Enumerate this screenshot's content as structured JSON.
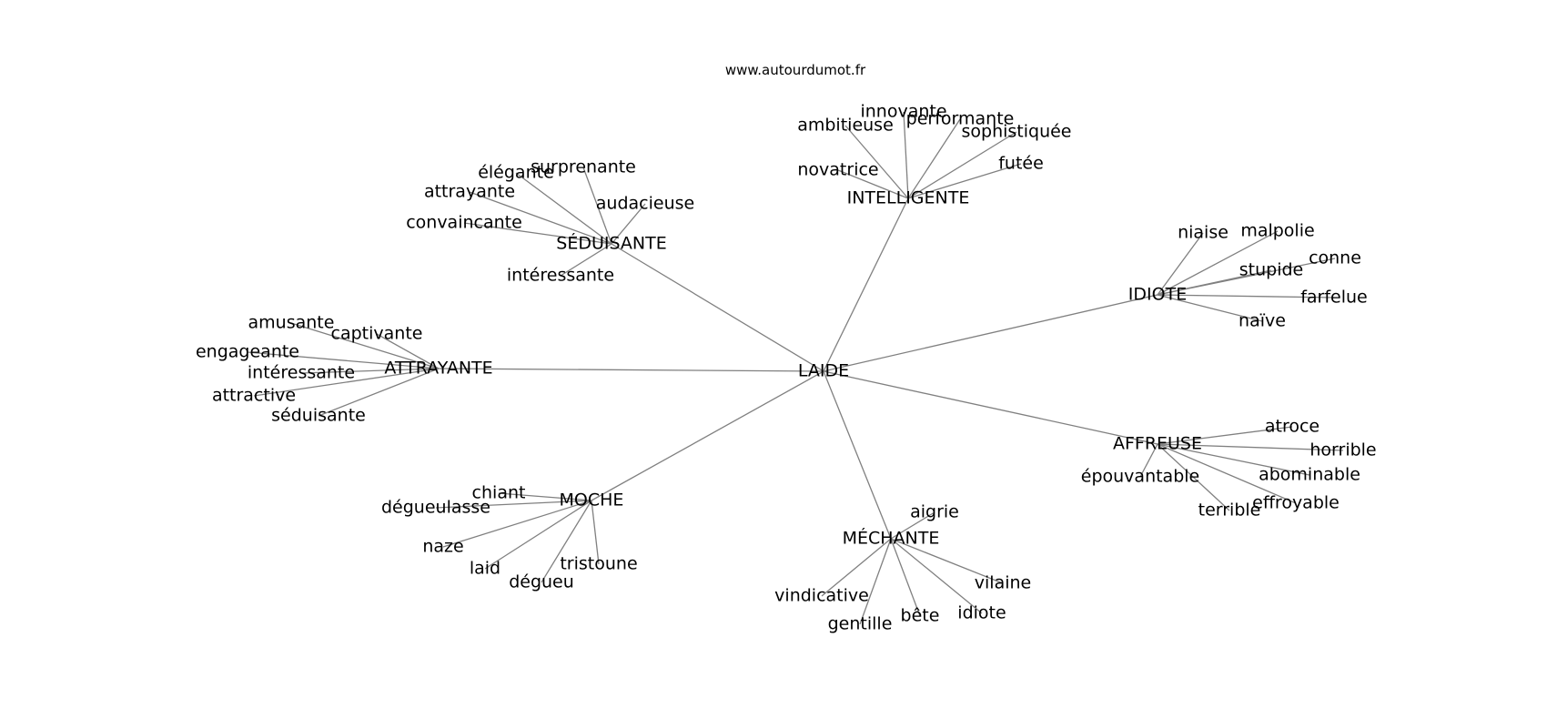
{
  "watermark": "www.autourdumot.fr",
  "root": "LAIDE",
  "branches": [
    {
      "label": "SÉDUISANTE",
      "children": [
        "surprenante",
        "élégante",
        "attrayante",
        "audacieuse",
        "convaincante",
        "intéressante"
      ]
    },
    {
      "label": "INTELLIGENTE",
      "children": [
        "innovante",
        "ambitieuse",
        "performante",
        "sophistiquée",
        "novatrice",
        "futée"
      ]
    },
    {
      "label": "IDIOTE",
      "children": [
        "niaise",
        "malpolie",
        "stupide",
        "conne",
        "farfelue",
        "naïve"
      ]
    },
    {
      "label": "ATTRAYANTE",
      "children": [
        "amusante",
        "captivante",
        "engageante",
        "intéressante",
        "attractive",
        "séduisante"
      ]
    },
    {
      "label": "AFFREUSE",
      "children": [
        "atroce",
        "horrible",
        "épouvantable",
        "abominable",
        "effroyable",
        "terrible"
      ]
    },
    {
      "label": "MOCHE",
      "children": [
        "chiant",
        "dégueulasse",
        "naze",
        "laid",
        "dégueu",
        "tristoune"
      ]
    },
    {
      "label": "MÉCHANTE",
      "children": [
        "aigrie",
        "vilaine",
        "vindicative",
        "bête",
        "idiote",
        "gentille"
      ]
    }
  ]
}
